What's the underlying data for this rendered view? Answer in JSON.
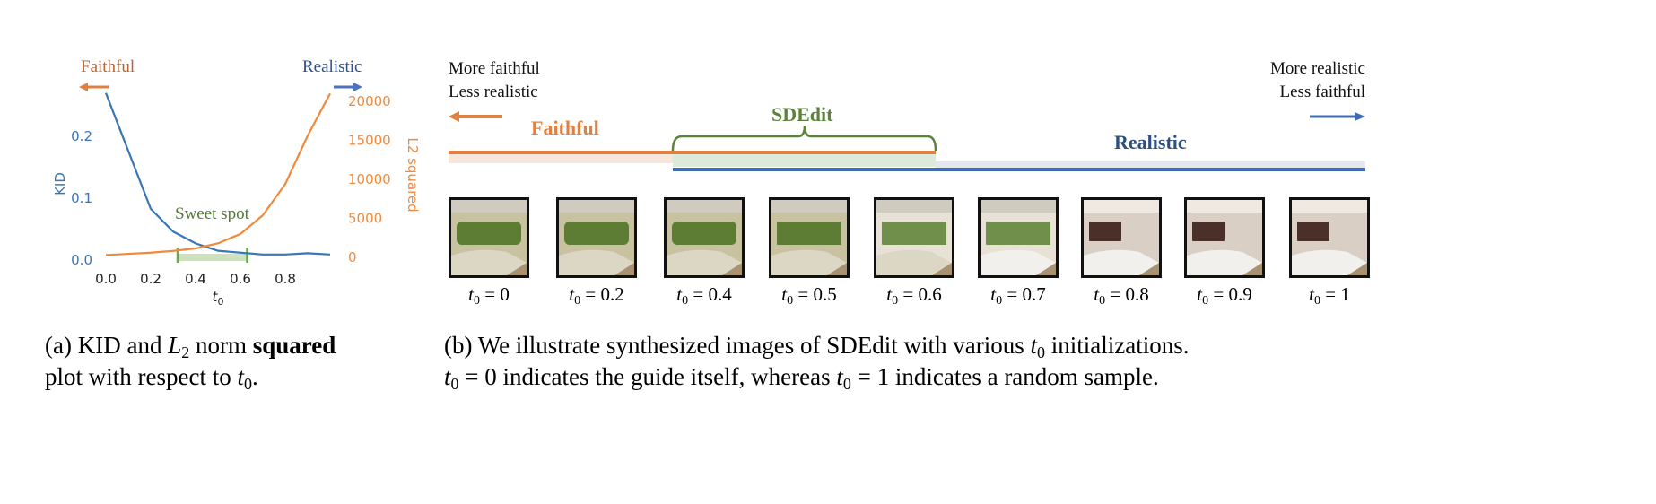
{
  "panel_a": {
    "faithful_label": "Faithful",
    "realistic_label": "Realistic",
    "sweet_spot_label": "Sweet spot",
    "caption": {
      "line1": [
        "(a) KID and ",
        "L",
        "2",
        " norm ",
        "squared"
      ],
      "line2": [
        "plot with respect to ",
        "t",
        "0",
        "."
      ]
    }
  },
  "chart_data": {
    "type": "line",
    "title": "",
    "xlabel": "t0",
    "ylabel": "KID",
    "y2label": "L2 squared",
    "xlim": [
      0,
      1.0
    ],
    "ylim": [
      0,
      0.27
    ],
    "y2lim": [
      0,
      21000
    ],
    "x_ticks": [
      "0.0",
      "0.2",
      "0.4",
      "0.6",
      "0.8"
    ],
    "x_tick_values": [
      0,
      0.2,
      0.4,
      0.6,
      0.8
    ],
    "y_ticks": [
      "0.0",
      "0.1",
      "0.2"
    ],
    "y_tick_values": [
      0,
      0.1,
      0.2
    ],
    "y2_ticks": [
      "0",
      "5000",
      "10000",
      "15000",
      "20000"
    ],
    "y2_tick_values": [
      0,
      5000,
      10000,
      15000,
      20000
    ],
    "series": [
      {
        "name": "KID",
        "axis": "left",
        "color": "#3a75b4",
        "x": [
          0,
          0.2,
          0.3,
          0.4,
          0.5,
          0.6,
          0.7,
          0.8,
          0.9,
          1.0
        ],
        "values": [
          0.27,
          0.083,
          0.046,
          0.027,
          0.015,
          0.012,
          0.009,
          0.009,
          0.011,
          0.009
        ]
      },
      {
        "name": "L2 squared",
        "axis": "right",
        "color": "#f08a3c",
        "x": [
          0,
          0.2,
          0.3,
          0.4,
          0.5,
          0.6,
          0.7,
          0.8,
          0.9,
          1.0
        ],
        "values": [
          300,
          600,
          830,
          1150,
          1800,
          3000,
          5400,
          9400,
          15600,
          21000
        ]
      }
    ],
    "sweet_spot_range": [
      0.32,
      0.63
    ],
    "grid": false
  },
  "panel_b": {
    "left_note": [
      "More faithful",
      "Less realistic"
    ],
    "right_note": [
      "More realistic",
      "Less faithful"
    ],
    "faithful_label": "Faithful",
    "sdedit_label": "SDEdit",
    "realistic_label": "Realistic",
    "colors": {
      "faithful": "#e2813f",
      "realistic": "#3f6db3",
      "sdedit": "#5b843a"
    },
    "thumb_var": "t",
    "thumb_sub": "0",
    "thumb_eq": " = ",
    "thumbnails": [
      "0",
      "0.2",
      "0.4",
      "0.5",
      "0.6",
      "0.7",
      "0.8",
      "0.9",
      "1"
    ],
    "caption": {
      "line1": [
        "(b) We illustrate synthesized images of SDEdit with various ",
        "t",
        "0",
        " initializations."
      ],
      "line2": [
        "t",
        "0",
        " = 0 indicates the guide itself, whereas ",
        "t",
        "0",
        " = 1 indicates a random sample."
      ]
    }
  }
}
